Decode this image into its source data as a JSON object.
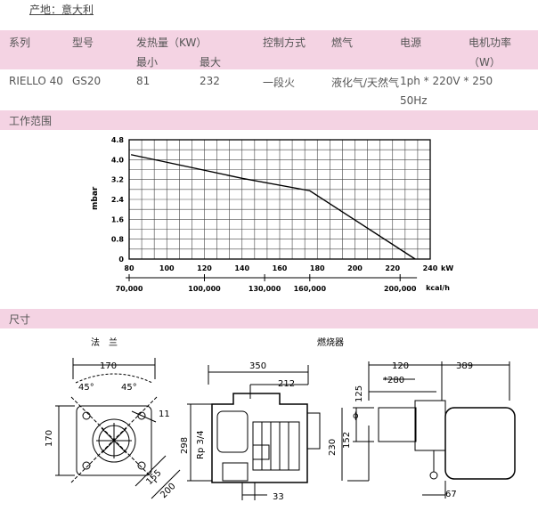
{
  "origin": "产地：意大利",
  "table": {
    "headers": {
      "series": "系列",
      "model": "型号",
      "heat": "发热量（KW）",
      "control": "控制方式",
      "fuel": "燃气",
      "power": "电源",
      "motor": "电机功率",
      "motor_unit": "（W）"
    },
    "sub_headers": {
      "min": "最小",
      "max": "最大"
    },
    "row": {
      "series": "RIELLO 40",
      "model": "GS20",
      "min": "81",
      "max": "232",
      "control": "一段火",
      "fuel": "液化气/天然气",
      "power": "1ph * 220V * 250",
      "power2": "50Hz"
    }
  },
  "sections": {
    "working_range": "工作范围",
    "dimensions": "尺寸"
  },
  "chart_data": {
    "type": "line",
    "ylabel": "mbar",
    "xunit": "kW",
    "xunit2": "kcal/h",
    "x_ticks": [
      "80",
      "100",
      "120",
      "140",
      "160",
      "180",
      "200",
      "220",
      "240"
    ],
    "y_ticks": [
      "0",
      "0.8",
      "1.6",
      "2.4",
      "3.2",
      "4.0",
      "4.8"
    ],
    "x2_ticks": [
      "70,000",
      "100,000",
      "130,000",
      "160,000",
      "200,000"
    ],
    "xlim": [
      80,
      240
    ],
    "ylim": [
      0,
      4.8
    ],
    "grid": true,
    "x": [
      81,
      140,
      176,
      232
    ],
    "y": [
      4.2,
      3.25,
      2.75,
      0
    ]
  },
  "drawing": {
    "flange_title": "法　兰",
    "burner_title": "燃烧器",
    "dims": {
      "d170_top": "170",
      "d45_left": "45°",
      "d45_right": "45°",
      "d11": "11",
      "d170_left": "170",
      "d155": "155",
      "d200": "200",
      "d350": "350",
      "d212": "212",
      "d298": "298",
      "rp": "Rp 3/4",
      "d33": "33",
      "d120": "120",
      "d389": "389",
      "d280": "*280",
      "d125": "125",
      "phi": "ϕ",
      "d152": "152",
      "d230": "230",
      "d67": "67"
    }
  }
}
